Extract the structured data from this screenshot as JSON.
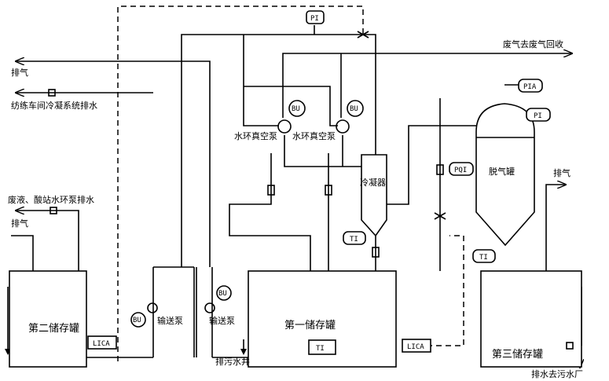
{
  "labels": {
    "vent_top_left": "排气",
    "spinning_condensate": "纺练车间冷凝系统排水",
    "waste_liquid": "废液、酸站水环泵排水",
    "vent_left": "排气",
    "waste_gas_recovery": "废气去废气回收",
    "vent_right": "排气",
    "water_ring_pump_1": "水环真空泵",
    "water_ring_pump_2": "水环真空泵",
    "condenser": "冷凝器",
    "degassing_tank": "脱气罐",
    "transfer_pump_1": "输送泵",
    "transfer_pump_2": "输送泵",
    "storage_2": "第二储存罐",
    "storage_1": "第一储存罐",
    "storage_3": "第三储存罐",
    "sewage_pit": "排污水井",
    "drain_to_plant": "排水去污水厂"
  },
  "instruments": {
    "pi_top": "PI",
    "bu_1": "BU",
    "bu_2": "BU",
    "bu_3": "BU",
    "bu_4": "BU",
    "pia": "PIA",
    "pi_right": "PI",
    "pqi": "PQI",
    "ti_condenser": "TI",
    "ti_degasser": "TI",
    "ti_storage1": "TI",
    "lica_1": "LICA",
    "lica_2": "LICA"
  }
}
